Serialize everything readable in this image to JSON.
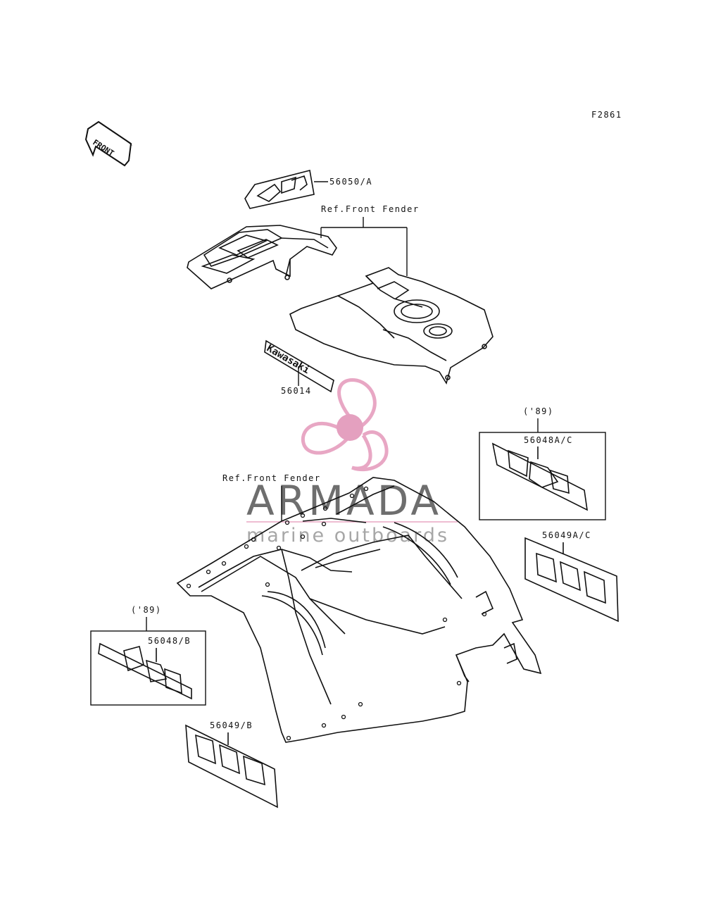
{
  "diagram": {
    "figure_code": "F2861",
    "front_arrow_label": "FRONT",
    "callouts": {
      "emblem_top": "56050/A",
      "ref_front_fender_top": "Ref.Front Fender",
      "kawasaki_emblem": "56014",
      "year_right": "('89)",
      "decal_right_box": "56048A/C",
      "decal_right_lower": "56049A/C",
      "ref_front_fender_bottom": "Ref.Front Fender",
      "year_left": "('89)",
      "decal_left_box": "56048/B",
      "decal_left_lower": "56049/B"
    },
    "emblem_text": "Kawasaki"
  },
  "watermark": {
    "brand": "ARMADA",
    "tagline": "marine outboards",
    "colors": {
      "propeller": "#e8a7c4",
      "hub": "#e4a0bf",
      "brand_text": "#6e6e6e",
      "tagline_text": "#a7a7a7"
    }
  }
}
